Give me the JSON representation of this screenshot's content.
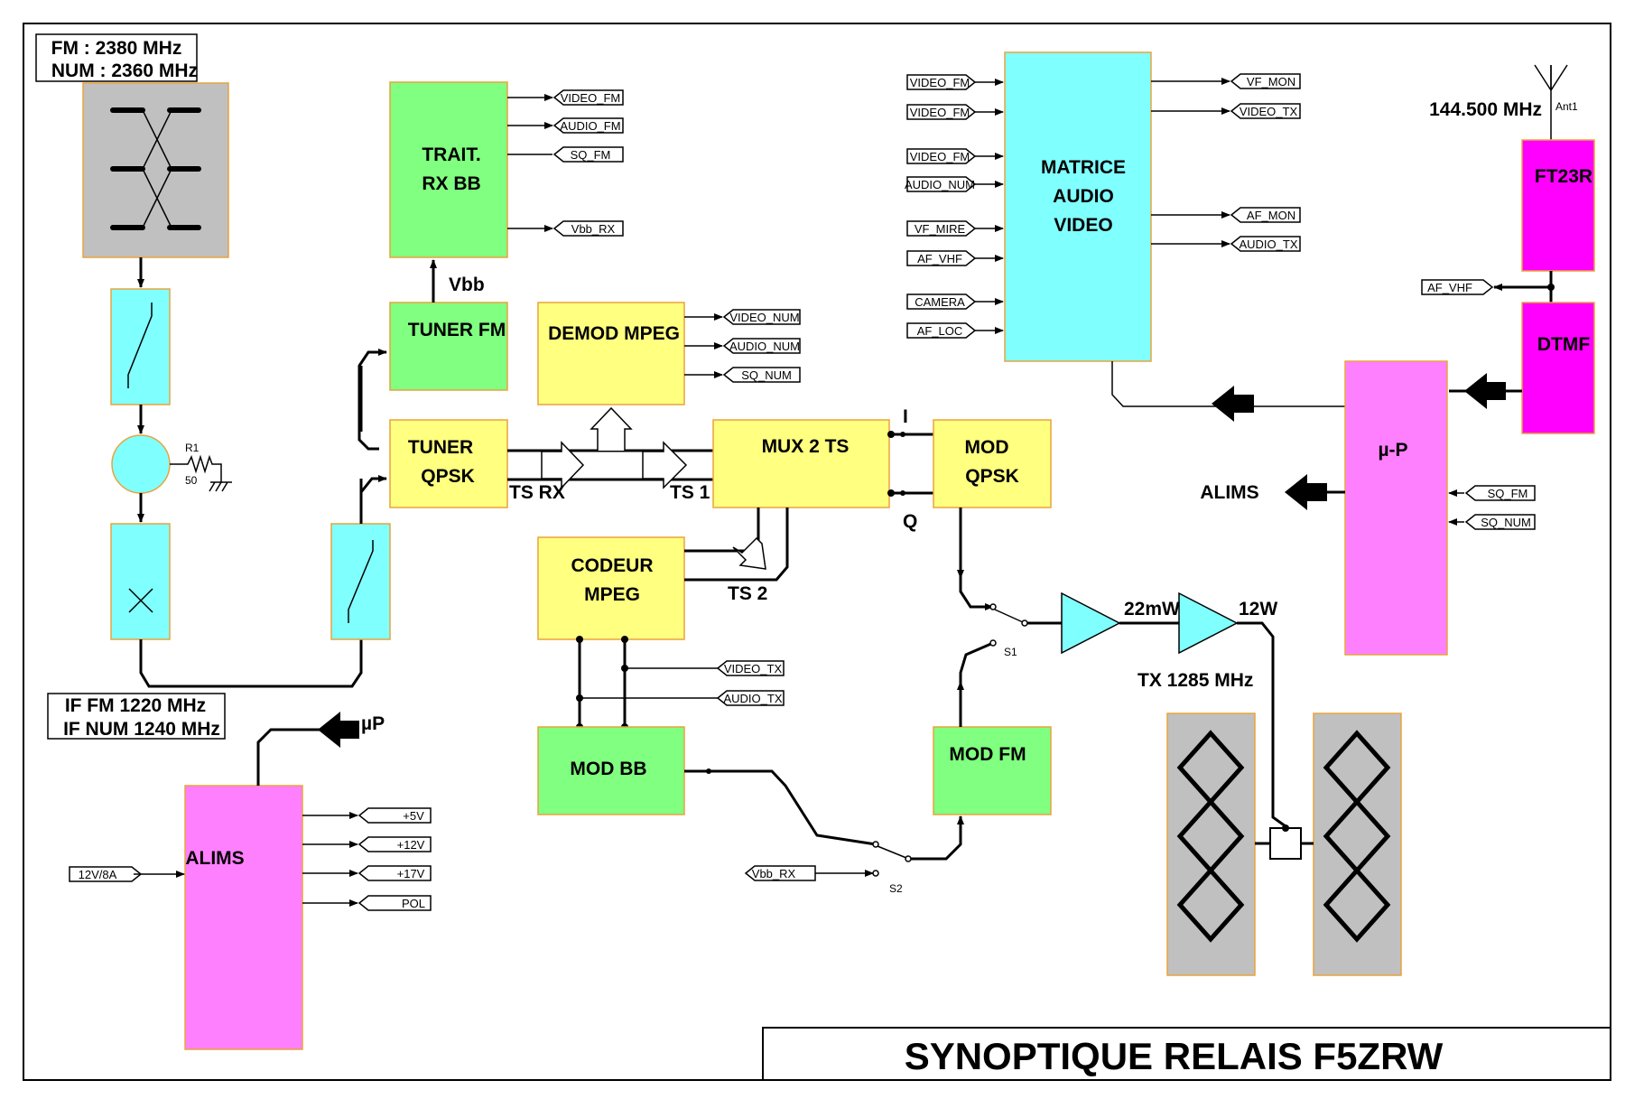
{
  "title": "SYNOPTIQUE  RELAIS  F5ZRW",
  "labels": {
    "freq_in": [
      "FM : 2380 MHz",
      "NUM : 2360 MHz"
    ],
    "if_freq": [
      "IF FM 1220 MHz",
      "IF NUM 1240 MHz"
    ],
    "freq_vhf": "144.500 MHz",
    "ant": "Ant1",
    "r1": "R1",
    "r1_val": "50",
    "vbb": "Vbb",
    "ts_rx": "TS RX",
    "ts_1": "TS 1",
    "ts_2": "TS 2",
    "i": "I",
    "q": "Q",
    "p22": "22mW",
    "p12": "12W",
    "tx": "TX 1285 MHz",
    "s1": "S1",
    "s2": "S2",
    "up_alim": "µP",
    "alims_out": "ALIMS"
  },
  "blocks": {
    "trait": [
      "TRAIT.",
      "RX BB"
    ],
    "tuner_fm": "TUNER FM",
    "tuner_qpsk": [
      "TUNER",
      "QPSK"
    ],
    "demod": "DEMOD MPEG",
    "mux": "MUX 2 TS",
    "mod_qpsk": [
      "MOD",
      "QPSK"
    ],
    "codeur": [
      "CODEUR",
      "MPEG"
    ],
    "mod_bb": "MOD BB",
    "mod_fm": "MOD FM",
    "matrice": [
      "MATRICE",
      "AUDIO",
      "VIDEO"
    ],
    "ft23r": "FT23R",
    "dtmf": "DTMF",
    "up": "µ-P",
    "alims": "ALIMS"
  },
  "ports": {
    "trait_out": [
      "VIDEO_FM",
      "AUDIO_FM",
      "SQ_FM",
      "Vbb_RX"
    ],
    "demod_out": [
      "VIDEO_NUM",
      "AUDIO_NUM",
      "SQ_NUM"
    ],
    "codeur_in": [
      "VIDEO_TX",
      "AUDIO_TX"
    ],
    "matrice_in": [
      "VIDEO_FM",
      "VIDEO_FM",
      "VIDEO_FM",
      "AUDIO_NUM",
      "VF_MIRE",
      "AF_VHF",
      "CAMERA",
      "AF_LOC"
    ],
    "matrice_out": [
      "VF_MON",
      "VIDEO_TX",
      "AF_MON",
      "AUDIO_TX"
    ],
    "af_vhf": "AF_VHF",
    "up_in": [
      "SQ_FM",
      "SQ_NUM"
    ],
    "alims_out": [
      "+5V",
      "+12V",
      "+17V",
      "POL"
    ],
    "alims_in": "12V/8A",
    "vbb_rx": "Vbb_RX"
  },
  "colors": {
    "green": "#80ff80",
    "yellow": "#ffff80",
    "cyan": "#80ffff",
    "magenta": "#ff00ff",
    "pink": "#ff80ff",
    "grey": "#c0c0c0",
    "border": "#e8a33d"
  }
}
